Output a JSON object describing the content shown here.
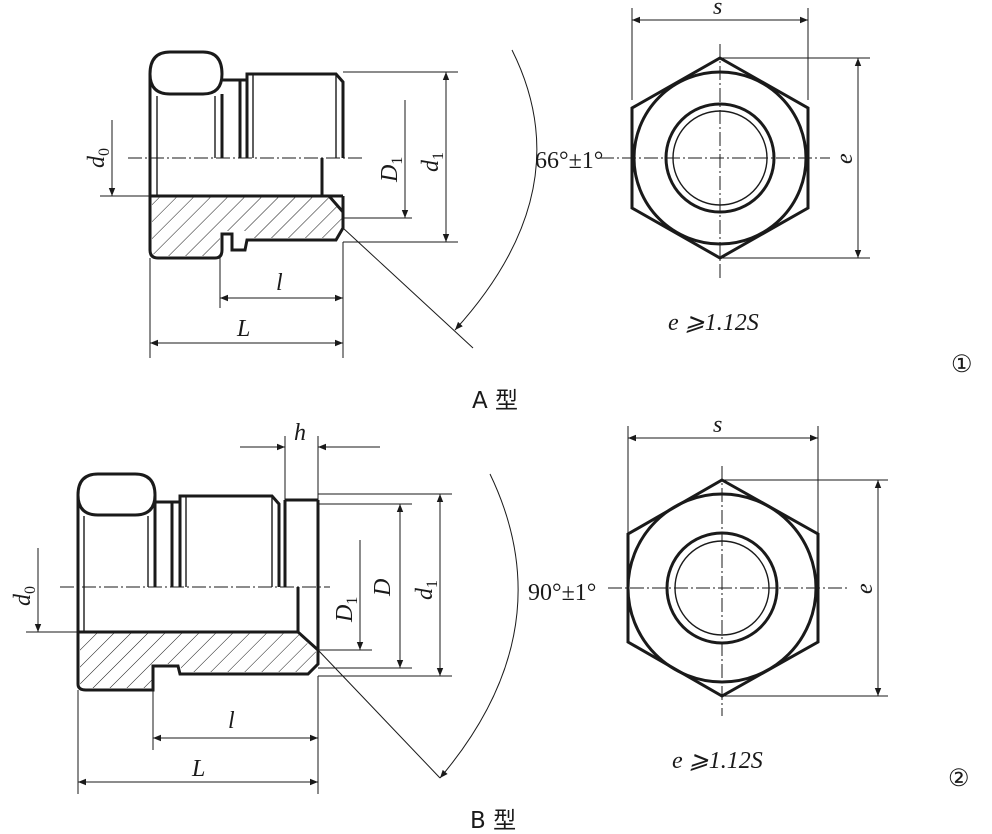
{
  "type_a": {
    "caption": "A 型",
    "marker": "①",
    "angle": "66°±1°",
    "formula": "e ⩾1.12S",
    "dims": {
      "s": "s",
      "e": "e",
      "d0": "d",
      "d0_sub": "0",
      "D1": "D",
      "D1_sub": "1",
      "d1": "d",
      "d1_sub": "1",
      "l": "l",
      "L": "L"
    }
  },
  "type_b": {
    "caption": "B 型",
    "marker": "②",
    "angle": "90°±1°",
    "formula": "e ⩾1.12S",
    "dims": {
      "s": "s",
      "e": "e",
      "h": "h",
      "d0": "d",
      "d0_sub": "0",
      "D1": "D",
      "D1_sub": "1",
      "D": "D",
      "d1": "d",
      "d1_sub": "1",
      "l": "l",
      "L": "L"
    }
  }
}
